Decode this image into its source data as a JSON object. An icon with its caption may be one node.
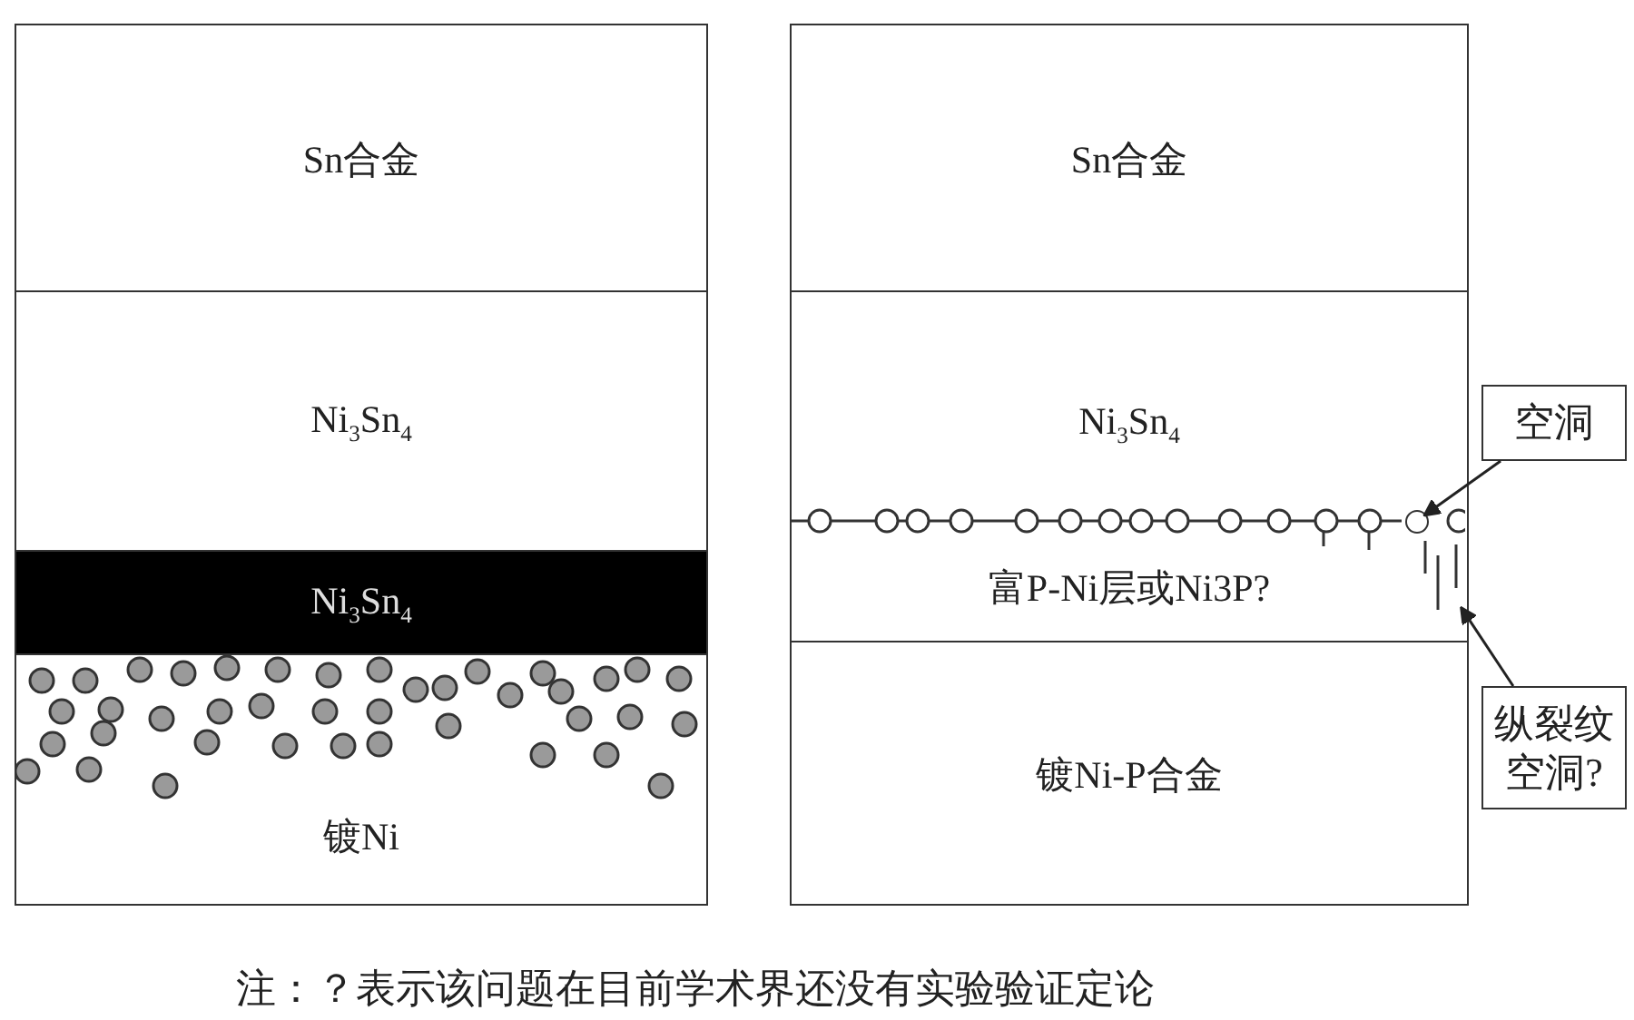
{
  "diagram": {
    "caption": "注：？表示该问题在目前学术界还没有实验验证定论",
    "nodes": [
      {
        "text": [
          "Sn合金"
        ]
      },
      {
        "text": [
          "Ni$_{3}$Sn$_{4}$"
        ]
      },
      {
        "text": [
          "Ni$_{3}$Sn$_{4}$"
        ]
      },
      {
        "text": [
          "镀Ni"
        ]
      },
      {
        "text": [
          "Sn合金"
        ]
      },
      {
        "text": [
          "Ni$_{3}$Sn$_{4}$"
        ]
      },
      {
        "text": [
          "富P-Ni层或Ni3P?"
        ]
      },
      {
        "text": [
          "镀Ni-P合金"
        ]
      },
      {
        "text": [
          "空洞"
        ]
      },
      {
        "text": [
          "纵裂纹空洞?"
        ]
      },
      {
        "text": [],
        "shape": "circle",
        "in": 6
      },
      {
        "text": [],
        "shape": "bar",
        "in": 6
      }
    ],
    "edges": [
      {
        "from": 8,
        "to": 10,
        "arrow": "to"
      },
      {
        "from": 9,
        "to": 11,
        "arrow": "to"
      }
    ]
  }
}
